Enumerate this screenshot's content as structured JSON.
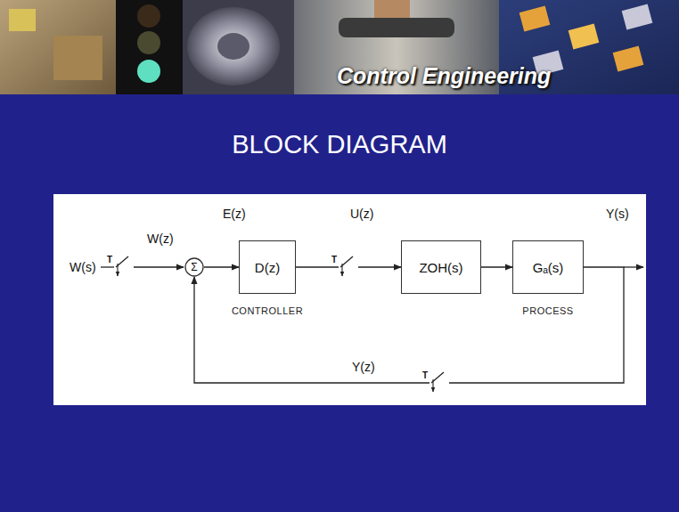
{
  "diagram": {
    "title": "BLOCK DIAGRAM",
    "nodes": [
      {
        "text": [
          "Σ"
        ]
      },
      {
        "text": [
          "D(z)",
          "CONTROLLER"
        ]
      },
      {
        "text": [
          "ZOH(s)"
        ]
      },
      {
        "text": [
          "Gₐ(s)",
          "PROCESS"
        ]
      }
    ],
    "edges": [
      {
        "from": 0,
        "to": 1,
        "arrow": "to"
      },
      {
        "from": 1,
        "to": 2,
        "arrow": "to"
      },
      {
        "from": 2,
        "to": 3,
        "arrow": "to"
      },
      {
        "from": 3,
        "to": 0,
        "arrow": "to"
      }
    ],
    "labels": [
      "Control Engineering",
      "W(s)",
      "T",
      "W(z)",
      "E(z)",
      "U(z)",
      "T",
      "Y(s)",
      "Y(z)",
      "T"
    ]
  }
}
